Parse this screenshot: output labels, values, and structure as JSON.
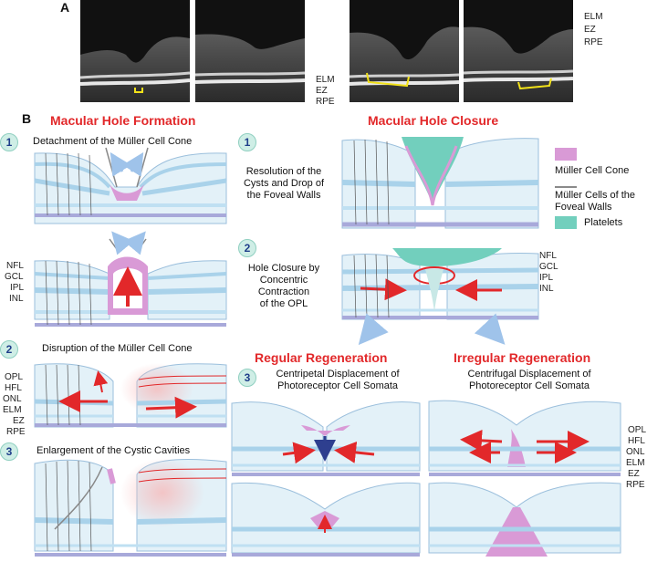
{
  "panel_a": {
    "letter": "A",
    "right_labels_top": [
      "ELM",
      "EZ",
      "RPE"
    ],
    "right_labels_mid": [
      "ELM",
      "EZ",
      "RPE"
    ]
  },
  "panel_b": {
    "letter": "B",
    "formation": {
      "title": "Macular Hole Formation",
      "steps": [
        {
          "num": "1",
          "title": "Detachment of the Müller Cell Cone"
        },
        {
          "num": "2",
          "title": "Disruption of the Müller Cell Cone"
        },
        {
          "num": "3",
          "title": "Enlargement of the Cystic Cavities"
        }
      ],
      "layer_labels_top": [
        "NFL",
        "GCL",
        "IPL",
        "INL"
      ],
      "layer_labels_bottom": [
        "OPL",
        "HFL",
        "ONL",
        "ELM",
        "EZ",
        "RPE"
      ]
    },
    "closure": {
      "title": "Macular Hole Closure",
      "steps": [
        {
          "num": "1",
          "lines": [
            "Resolution of the",
            "Cysts and Drop of",
            "the Foveal Walls"
          ]
        },
        {
          "num": "2",
          "lines": [
            "Hole Closure by",
            "Concentric",
            "Contraction",
            "of the OPL"
          ]
        },
        {
          "num": "3"
        }
      ],
      "layer_labels": [
        "NFL",
        "GCL",
        "IPL",
        "INL"
      ]
    },
    "regular": {
      "title": "Regular Regeneration",
      "subtitle_lines": [
        "Centripetal Displacement of",
        "Photoreceptor Cell Somata"
      ]
    },
    "irregular": {
      "title": "Irregular Regeneration",
      "subtitle_lines": [
        "Centrifugal Displacement of",
        "Photoreceptor Cell Somata"
      ],
      "layer_labels": [
        "OPL",
        "HFL",
        "ONL",
        "ELM",
        "EZ",
        "RPE"
      ]
    },
    "legend": [
      {
        "label": "Müller Cell Cone",
        "color": "#d99ad6"
      },
      {
        "label": "Müller Cells of the Foveal Walls",
        "lines": [
          "Müller Cells of the",
          "Foveal Walls"
        ],
        "color": "#8a8a8a"
      },
      {
        "label": "Platelets",
        "color": "#72cfbd"
      }
    ]
  },
  "colors": {
    "title_red": "#e2282a",
    "retina_light": "#e3f1f8",
    "retina_band": "#a9d2ea",
    "rpe": "#a8a9da",
    "muller_cone": "#d99ad6",
    "platelets": "#72cfbd",
    "arrow_red": "#e2282a",
    "arrow_blue": "#9fc3ea",
    "step_circle": "#cfeee6"
  }
}
